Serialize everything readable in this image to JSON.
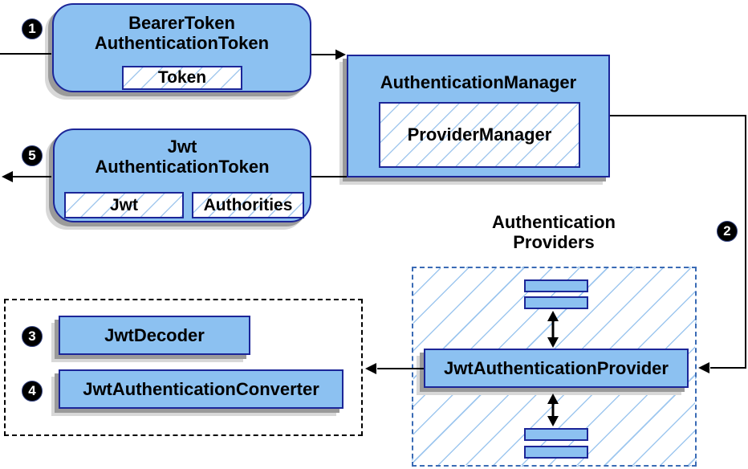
{
  "diagram": {
    "nodes": {
      "bearer_token_box": {
        "title_line1": "BearerToken",
        "title_line2": "AuthenticationToken",
        "inner_label": "Token"
      },
      "authentication_manager_box": {
        "title": "AuthenticationManager",
        "inner_label": "ProviderManager"
      },
      "jwt_authentication_token_box": {
        "title_line1": "Jwt",
        "title_line2": "AuthenticationToken",
        "inner_label_jwt": "Jwt",
        "inner_label_authorities": "Authorities"
      },
      "authentication_providers_label": {
        "line1": "Authentication",
        "line2": "Providers"
      },
      "jwt_authentication_provider_box": {
        "label": "JwtAuthenticationProvider"
      },
      "jwt_decoder_box": {
        "label": "JwtDecoder"
      },
      "jwt_authentication_converter_box": {
        "label": "JwtAuthenticationConverter"
      }
    },
    "step_badges": {
      "step1": "1",
      "step2": "2",
      "step3": "3",
      "step4": "4",
      "step5": "5"
    },
    "colors": {
      "node_fill": "#8cc1f1",
      "node_border": "#1c2698",
      "hatch_line": "#a4c9ee",
      "dashed_blue_border": "#3a6bb5",
      "dashed_black_border": "#000000",
      "arrow": "#000000",
      "shadow_dark": "#9a9a9a",
      "shadow_light": "#d8d8d8",
      "badge_bg": "#000000",
      "badge_text": "#ffffff"
    }
  }
}
